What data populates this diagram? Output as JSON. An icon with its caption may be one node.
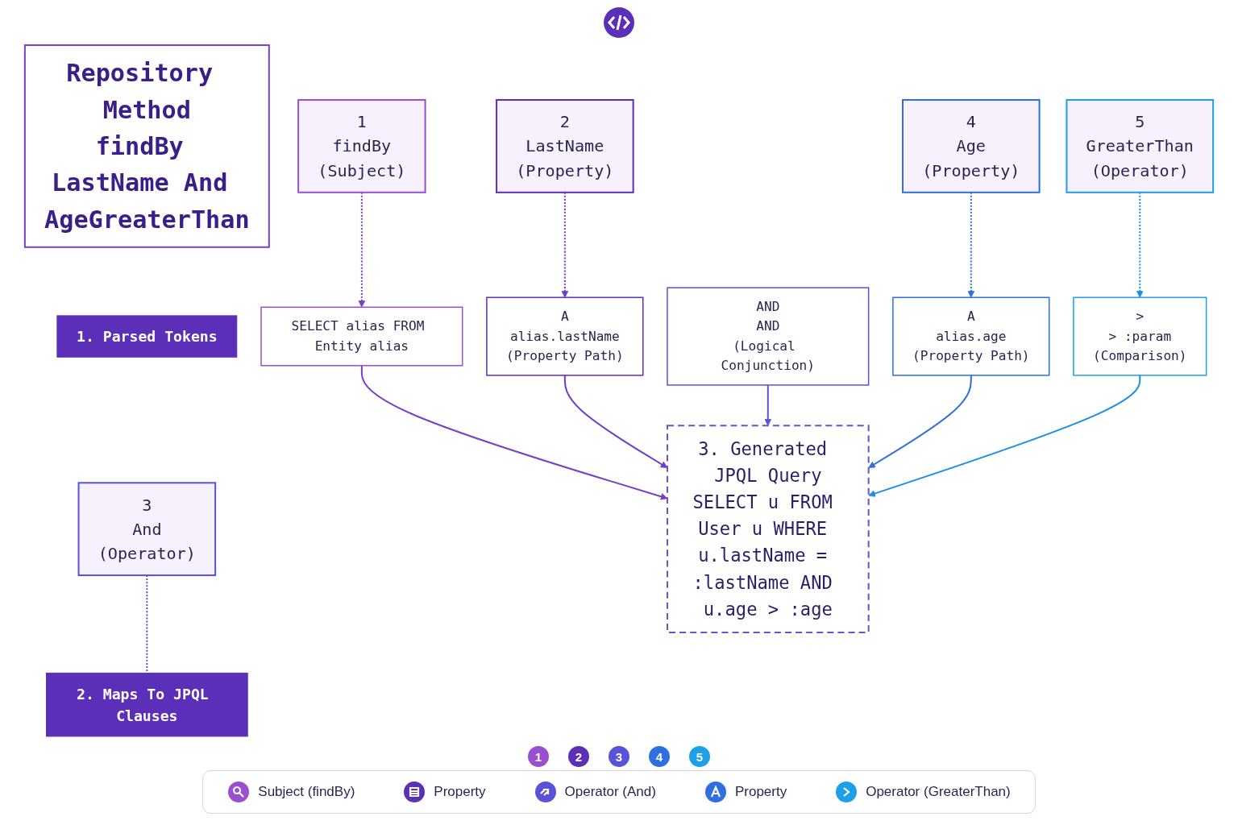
{
  "diagram": {
    "nodes": [
      {
        "text": [
          "Repository Method",
          "findBy LastName And AgeGreaterThan"
        ]
      },
      {
        "text": [
          "1. Parsed Tokens"
        ]
      },
      {
        "text": [
          "1",
          "findBy",
          "(Subject)"
        ]
      },
      {
        "text": [
          "2",
          "LastName",
          "(Property)"
        ]
      },
      {
        "text": [
          "3",
          "And",
          "(Operator)"
        ]
      },
      {
        "text": [
          "4",
          "Age",
          "(Property)"
        ]
      },
      {
        "text": [
          "5",
          "GreaterThan",
          "(Operator)"
        ]
      },
      {
        "text": [
          "2. Maps To JPQL Clauses"
        ]
      },
      {
        "text": [
          "SELECT alias FROM Entity alias"
        ]
      },
      {
        "text": [
          "A",
          "alias.lastName",
          "(Property Path)"
        ]
      },
      {
        "text": [
          "AND",
          "AND",
          "(Logical Conjunction)"
        ]
      },
      {
        "text": [
          "A",
          "alias.age",
          "(Property Path)"
        ]
      },
      {
        "text": [
          ">",
          "> :param",
          "(Comparison)"
        ]
      },
      {
        "text": [
          "3. Generated JPQL Query",
          "SELECT u FROM User u WHERE u.lastName = :lastName AND u.age > :age"
        ]
      }
    ],
    "edges": [
      {
        "from": 2,
        "to": 8,
        "arrow": "to",
        "style": "dashed",
        "color": "#7b3fc4"
      },
      {
        "from": 3,
        "to": 9,
        "arrow": "to",
        "style": "dashed",
        "color": "#6a3fd0"
      },
      {
        "from": 4,
        "to": 7,
        "arrow": "none",
        "style": "dashed",
        "color": "#5a52d8"
      },
      {
        "from": 5,
        "to": 11,
        "arrow": "to",
        "style": "dashed",
        "color": "#2f6fe0"
      },
      {
        "from": 6,
        "to": 12,
        "arrow": "to",
        "style": "dashed",
        "color": "#1e8fe0"
      },
      {
        "from": 8,
        "to": 13,
        "arrow": "to",
        "color": "#7b3fc4"
      },
      {
        "from": 9,
        "to": 13,
        "arrow": "to",
        "color": "#6a3fd0"
      },
      {
        "from": 10,
        "to": 13,
        "arrow": "to",
        "color": "#5a52d8"
      },
      {
        "from": 11,
        "to": 13,
        "arrow": "to",
        "color": "#2f6fe0"
      },
      {
        "from": 12,
        "to": 13,
        "arrow": "to",
        "color": "#1e8fe0"
      }
    ],
    "labels": [
      "1",
      "2",
      "3",
      "4",
      "5"
    ],
    "legend": [
      {
        "text": "Subject (findBy)"
      },
      {
        "text": "Property"
      },
      {
        "text": "Operator (And)"
      },
      {
        "text": "Property"
      },
      {
        "text": "Operator (GreaterThan)"
      }
    ]
  }
}
